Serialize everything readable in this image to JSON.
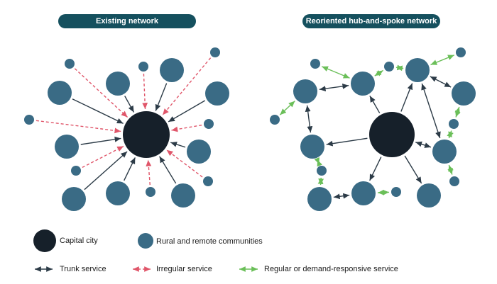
{
  "titles": {
    "existing": "Existing network",
    "reoriented": "Reoriented hub-and-spoke network"
  },
  "legend": {
    "capital": "Capital city",
    "rural": "Rural and remote communities",
    "trunk": "Trunk service",
    "irregular": "Irregular service",
    "regular": "Regular or demand-responsive service"
  },
  "colors": {
    "capital": "#16202a",
    "community": "#3a6b85",
    "trunk": "#2c3b47",
    "irregular": "#e0566a",
    "regular": "#6bbf59",
    "title_bg": "#15505e"
  }
}
